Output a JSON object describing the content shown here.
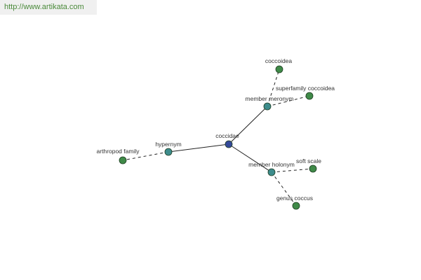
{
  "site": {
    "url_text": "http://www.artikata.com"
  },
  "graph": {
    "colors": {
      "center": "#34499a",
      "relation": "#3d8c8c",
      "leaf": "#3f8a48",
      "edge": "#222222",
      "label": "#333333",
      "link": "#4a8a3a"
    },
    "nodes": [
      {
        "id": "coccidae",
        "label": "coccidae",
        "kind": "center"
      },
      {
        "id": "hypernym",
        "label": "hypernym",
        "kind": "relation"
      },
      {
        "id": "member-meronym",
        "label": "member meronym",
        "kind": "relation"
      },
      {
        "id": "member-holonym",
        "label": "member holonym",
        "kind": "relation"
      },
      {
        "id": "arthropod-family",
        "label": "arthropod family",
        "kind": "leaf"
      },
      {
        "id": "coccoidea",
        "label": "coccoidea",
        "kind": "leaf"
      },
      {
        "id": "superfamily-coccoidea",
        "label": "superfamily coccoidea",
        "kind": "leaf"
      },
      {
        "id": "soft-scale",
        "label": "soft scale",
        "kind": "leaf"
      },
      {
        "id": "genus-coccus",
        "label": "genus coccus",
        "kind": "leaf"
      }
    ],
    "edges": [
      {
        "from": "coccidae",
        "to": "hypernym",
        "style": "solid"
      },
      {
        "from": "coccidae",
        "to": "member-meronym",
        "style": "solid"
      },
      {
        "from": "coccidae",
        "to": "member-holonym",
        "style": "solid"
      },
      {
        "from": "hypernym",
        "to": "arthropod-family",
        "style": "dashed"
      },
      {
        "from": "member-meronym",
        "to": "coccoidea",
        "style": "dashed"
      },
      {
        "from": "member-meronym",
        "to": "superfamily-coccoidea",
        "style": "dashed"
      },
      {
        "from": "member-holonym",
        "to": "soft-scale",
        "style": "dashed"
      },
      {
        "from": "member-holonym",
        "to": "genus-coccus",
        "style": "dashed"
      }
    ]
  }
}
